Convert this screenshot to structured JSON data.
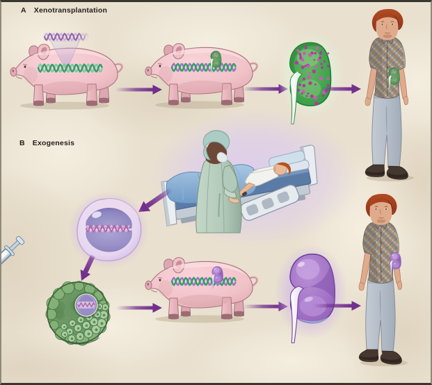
{
  "figure": {
    "panels": {
      "a": {
        "id": "A",
        "label": "Xenotransplantation"
      },
      "b": {
        "id": "B",
        "label": "Exogenesis"
      }
    },
    "colors": {
      "background": "#e9e0cf",
      "border": "#3c3831",
      "arrow_purple": "#722f8e",
      "pig_pink": "#f1c3c9",
      "dna_green": "#2f9e68",
      "dna_purple": "#8f6ab4",
      "kidney_green": "#3da04b",
      "kidney_cell_dots": "#b13a9e",
      "kidney_purple": "#a273c6",
      "surgeon_gown_green": "#b2cabb",
      "blanket_blue": "#6f9ac8",
      "label_text": "#221f1a"
    }
  }
}
